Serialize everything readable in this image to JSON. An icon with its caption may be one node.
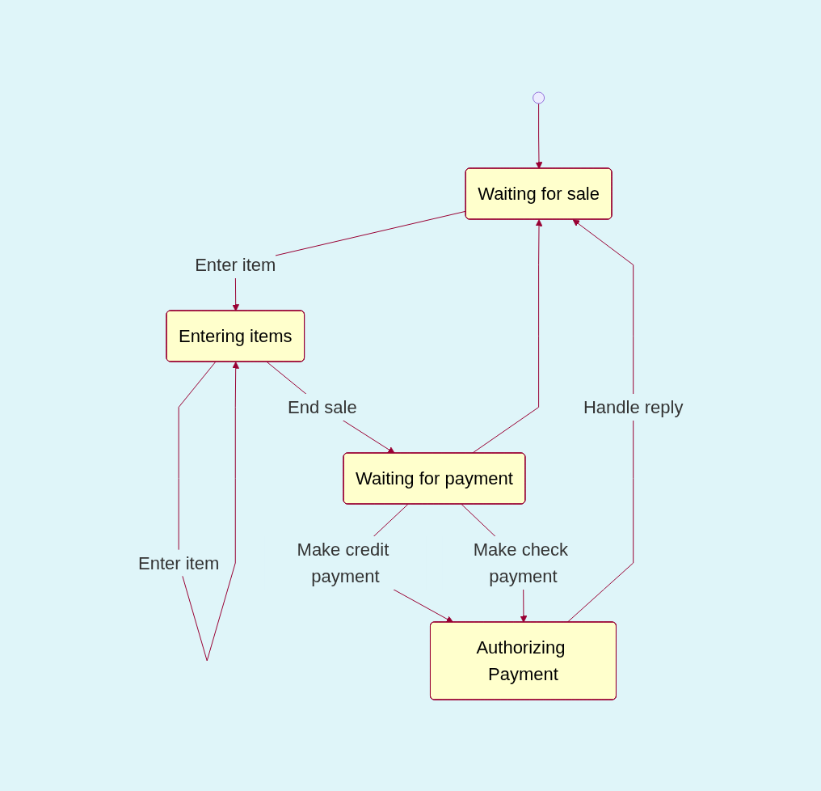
{
  "diagram": {
    "nodes": [
      {
        "text": [],
        "shape": "circle"
      },
      {
        "text": [
          "Waiting for sale"
        ]
      },
      {
        "text": [
          "Entering items"
        ]
      },
      {
        "text": [
          "Waiting for payment"
        ]
      },
      {
        "text": [
          "Authorizing Payment"
        ]
      }
    ],
    "edges": [
      {
        "from": 0,
        "to": 1,
        "arrow": "to"
      },
      {
        "from": 1,
        "to": 2,
        "arrow": "to",
        "label": "Enter item"
      },
      {
        "from": 2,
        "to": 2,
        "arrow": "to",
        "label": "Enter item"
      },
      {
        "from": 2,
        "to": 3,
        "arrow": "to",
        "label": "End sale"
      },
      {
        "from": 3,
        "to": 1,
        "arrow": "to"
      },
      {
        "from": 3,
        "to": 4,
        "arrow": "to",
        "label": "Make credit payment"
      },
      {
        "from": 3,
        "to": 4,
        "arrow": "to",
        "label": "Make check payment"
      },
      {
        "from": 4,
        "to": 1,
        "arrow": "to",
        "label": "Handle reply"
      }
    ]
  }
}
